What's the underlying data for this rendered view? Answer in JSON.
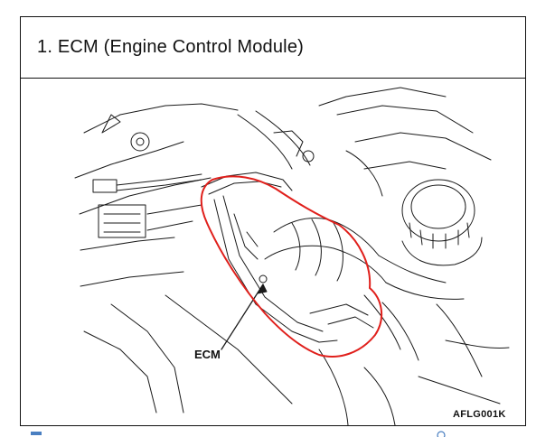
{
  "figure": {
    "title": "1.  ECM (Engine Control Module)",
    "callout_label": "ECM",
    "figure_code": "AFLG001K"
  },
  "colors": {
    "highlight": "#e0201c",
    "line": "#1a1a1a"
  }
}
